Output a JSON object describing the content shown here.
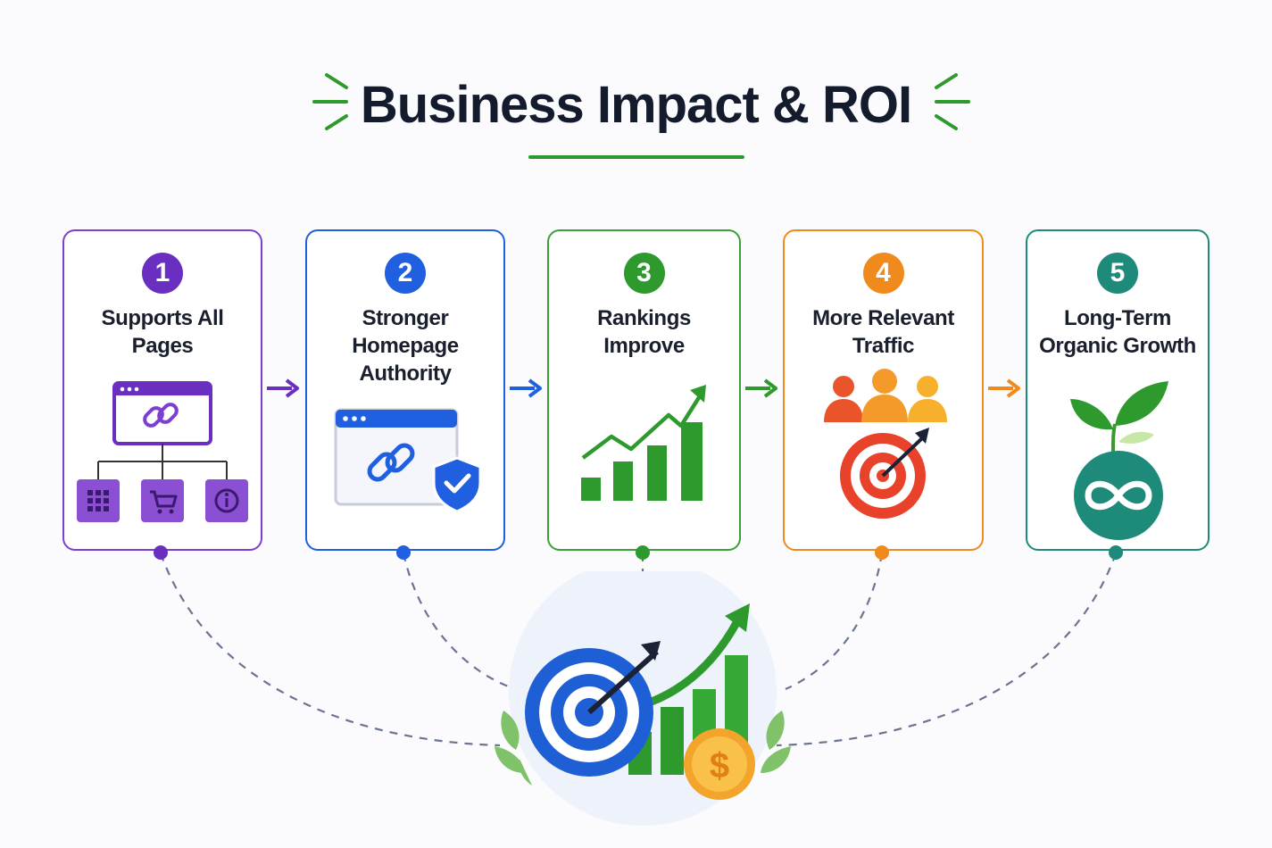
{
  "title": "Business Impact & ROI",
  "colors": {
    "title_accent": "#2e9a2e",
    "dashed_connector": "#6b7590",
    "step1": "#6a2fc0",
    "step2": "#1f5fe0",
    "step3": "#2e9a2e",
    "step4": "#f08a1c",
    "step5": "#1e8a7a"
  },
  "steps": [
    {
      "number": "1",
      "label_lines": [
        "Supports All",
        "Pages"
      ],
      "icon": "sitemap-icon",
      "color": "#6a2fc0"
    },
    {
      "number": "2",
      "label_lines": [
        "Stronger",
        "Homepage",
        "Authority"
      ],
      "icon": "link-shield-icon",
      "color": "#1f5fe0"
    },
    {
      "number": "3",
      "label_lines": [
        "Rankings",
        "Improve"
      ],
      "icon": "growth-chart-icon",
      "color": "#2e9a2e"
    },
    {
      "number": "4",
      "label_lines": [
        "More Relevant",
        "Traffic"
      ],
      "icon": "audience-target-icon",
      "color": "#f08a1c"
    },
    {
      "number": "5",
      "label_lines": [
        "Long-Term",
        "Organic Growth"
      ],
      "icon": "sprout-infinity-icon",
      "color": "#1e8a7a"
    }
  ],
  "center_illustration": "target-growth-coin-icon"
}
